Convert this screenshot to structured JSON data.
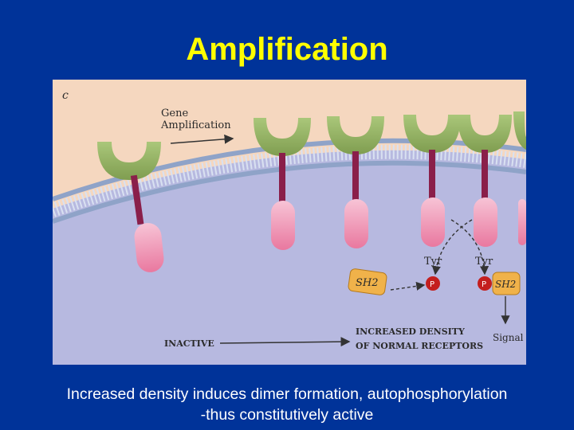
{
  "slide": {
    "title": "Amplification",
    "caption_line1": "Increased density induces dimer formation, autophosphorylation",
    "caption_line2": "-thus constitutively active"
  },
  "figure": {
    "panel_letter": "c",
    "gene_label_line1": "Gene",
    "gene_label_line2": "Amplification",
    "inactive_label": "INACTIVE",
    "increased_line1": "INCREASED DENSITY",
    "increased_line2": "OF NORMAL RECEPTORS",
    "tyr_left": "Tyr",
    "tyr_right": "Tyr",
    "sh2_left": "SH2",
    "sh2_right": "SH2",
    "p_left": "P",
    "p_right": "P",
    "signal_label": "Signal"
  },
  "colors": {
    "background": "#003399",
    "title": "#ffff00",
    "caption": "#ffffff",
    "cytoplasm": "#b7b9e0",
    "extracellular": "#f5d7bf",
    "receptor_head": "#9cb86a",
    "receptor_stalk": "#8a1f4a",
    "receptor_tail": "#f09cb8",
    "phosphate": "#c41e1e",
    "sh2": "#f0b24a"
  }
}
